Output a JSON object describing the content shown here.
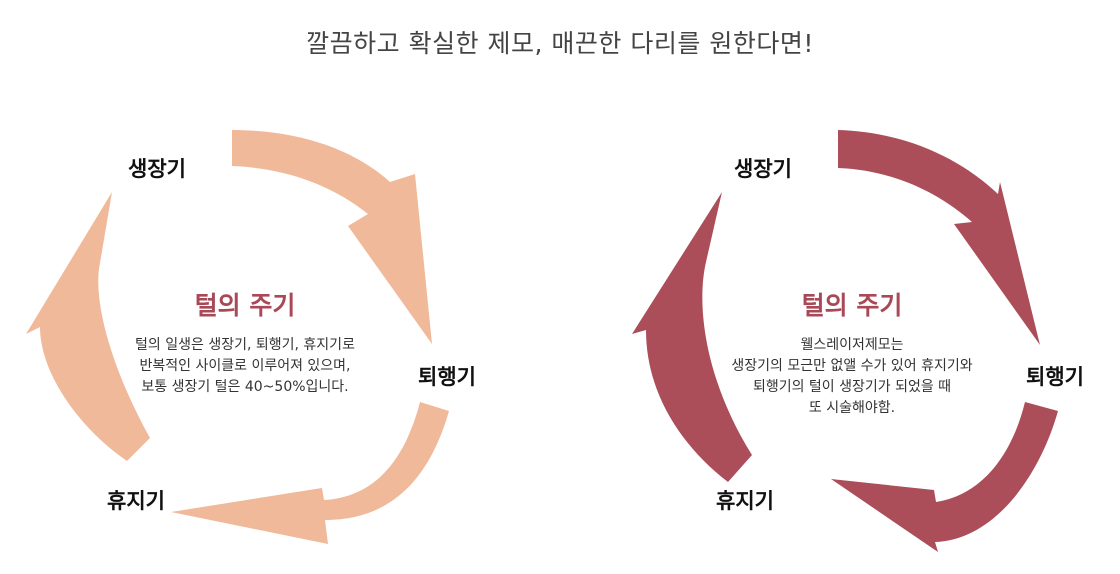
{
  "headline": "깔끔하고 확실한 제모, 매끈한 다리를 원한다면!",
  "colors": {
    "left_arrow": "#f0b999",
    "right_arrow": "#ab4e59",
    "title": "#a94957"
  },
  "left_cycle": {
    "title": "털의 주기",
    "desc": [
      "털의 일생은 생장기, 퇴행기, 휴지기로",
      "반복적인 사이클로 이루어져 있으며,",
      "보통 생장기 털은 40~50%입니다."
    ],
    "stages": {
      "growth": "생장기",
      "regression": "퇴행기",
      "rest": "휴지기"
    }
  },
  "right_cycle": {
    "title": "털의 주기",
    "desc": [
      "웰스레이저제모는",
      "생장기의 모근만 없앨 수가 있어 휴지기와",
      "퇴행기의 털이 생장기가 되었을 때",
      "또 시술해야함."
    ],
    "stages": {
      "growth": "생장기",
      "regression": "퇴행기",
      "rest": "휴지기"
    }
  }
}
